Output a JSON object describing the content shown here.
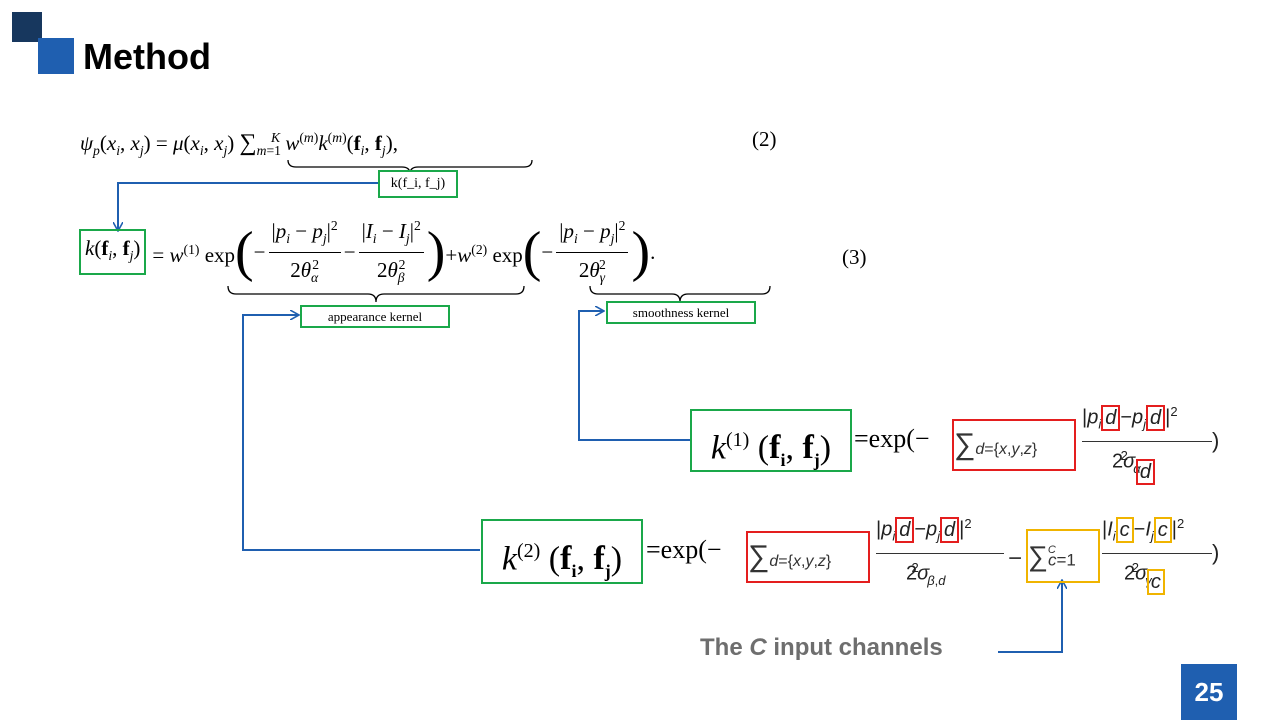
{
  "slide": {
    "title": "Method",
    "page_number": "25"
  },
  "labels": {
    "k_label_small": "k(f_i, f_j)",
    "appearance_kernel": "appearance kernel",
    "smoothness_kernel": "smoothness kernel",
    "caption_the": "The",
    "caption_c": "C",
    "caption_rest": "input channels",
    "eq2_number": "(2)",
    "eq3_number": "(3)"
  },
  "colors": {
    "title_square_dark": "#17375e",
    "title_square_blue": "#1f5fb0",
    "arrow_blue": "#1f5fb0",
    "box_green": "#1aa84a",
    "box_red": "#e41e1e",
    "box_yellow": "#f0b400",
    "caption_gray": "#6e6e6e"
  }
}
